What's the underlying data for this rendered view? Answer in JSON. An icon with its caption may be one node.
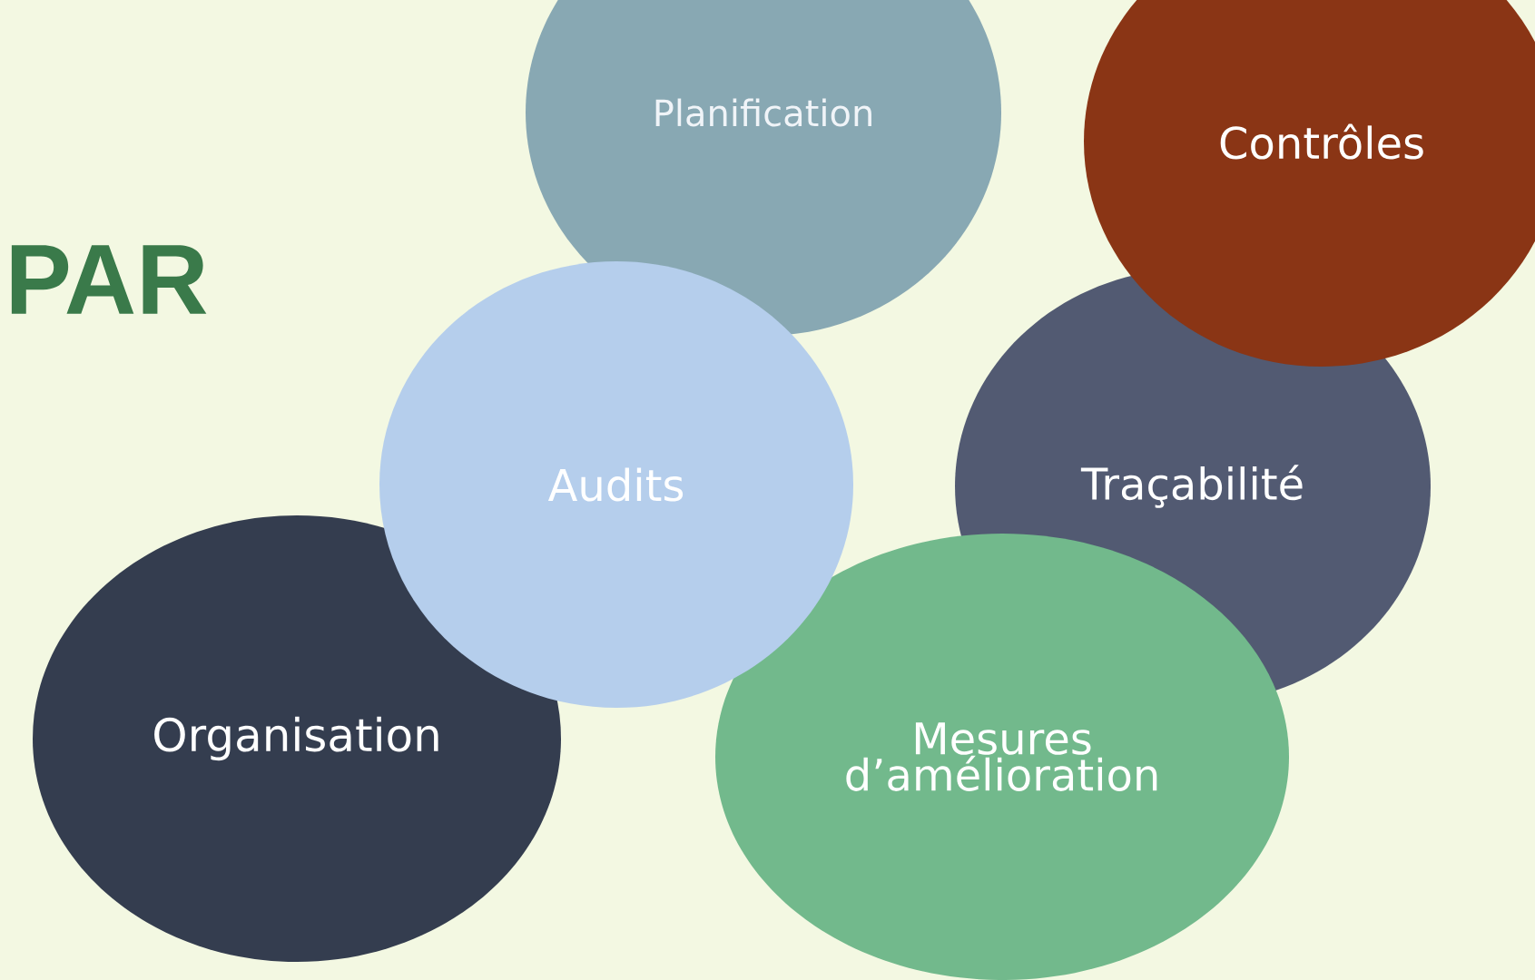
{
  "diagram": {
    "nodes": [
      {
        "text": [
          "Planification"
        ]
      },
      {
        "text": [
          "Contrôles"
        ]
      },
      {
        "text": [
          "Audits"
        ]
      },
      {
        "text": [
          "Traçabilité"
        ]
      },
      {
        "text": [
          "Organisation"
        ]
      },
      {
        "text": [
          "Mesures d’amélioration"
        ]
      }
    ],
    "labels": [
      "PAR"
    ]
  }
}
